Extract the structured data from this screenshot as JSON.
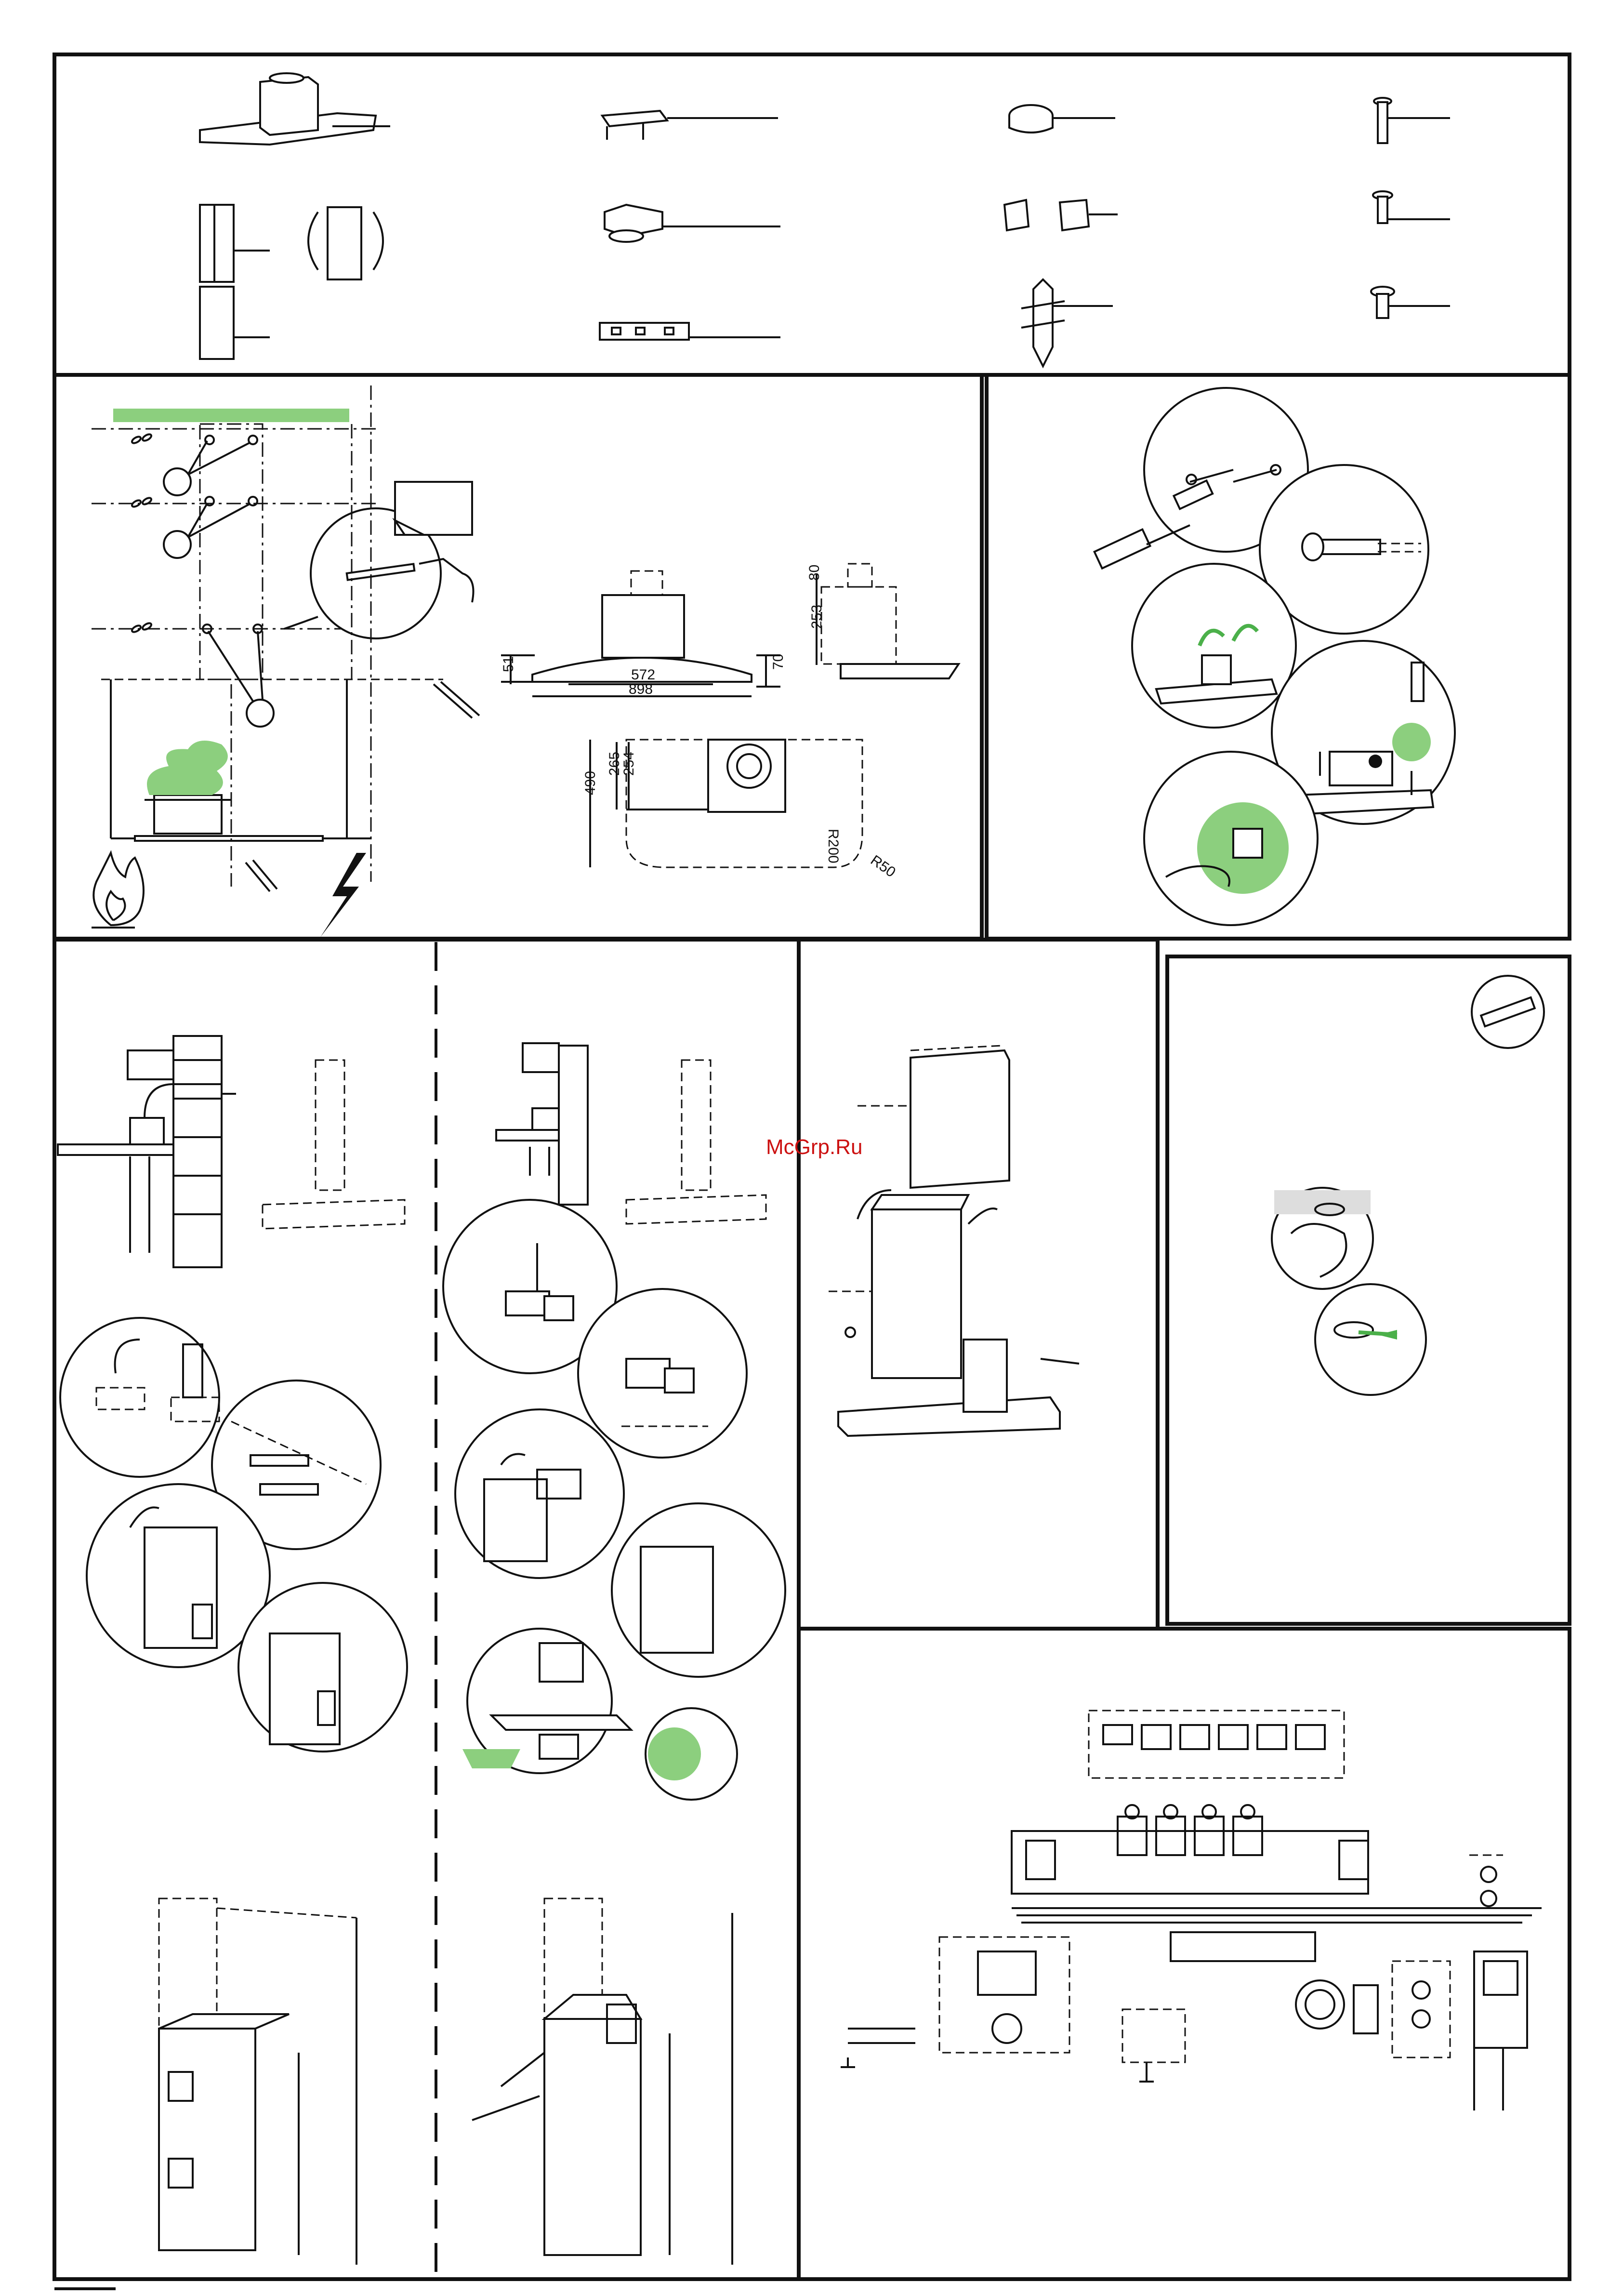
{
  "watermark": "McGrp.Ru",
  "dimensions": {
    "top_width": "572",
    "total_width": "898",
    "left_height": "51",
    "right_height": "70",
    "side_top": "80",
    "side_height": "253",
    "plan_depth": "490",
    "plan_d1": "265",
    "plan_d2": "254",
    "radius_large": "R200",
    "radius_small": "R50"
  },
  "colors": {
    "accent_green": "#8ccf7e",
    "line": "#111111",
    "watermark": "#cc1111"
  },
  "icons": {
    "flame": "flame-icon",
    "electric": "lightning-icon",
    "wrench": "wrench-icon"
  }
}
